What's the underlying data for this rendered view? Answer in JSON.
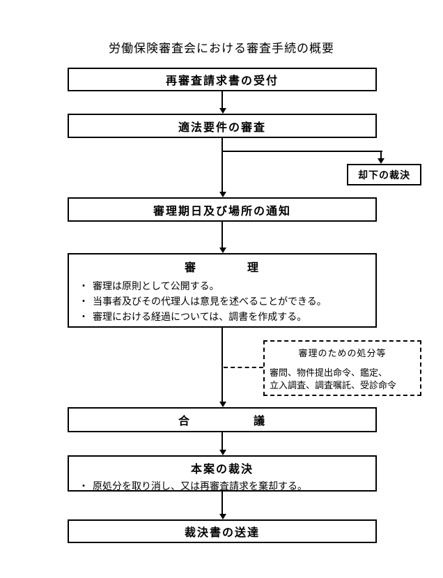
{
  "page": {
    "title": "労働保険審査会における審査手続の概要"
  },
  "chars": {
    "bullet": "・"
  },
  "colors": {
    "line": "#000000",
    "background": "#ffffff",
    "text": "#000000"
  },
  "flow": {
    "box_receipt": {
      "label": "再審査請求書の受付"
    },
    "box_legality": {
      "label": "適法要件の審査"
    },
    "box_dismissal": {
      "label": "却下の裁決"
    },
    "box_notice": {
      "label": "審理期日及び場所の通知"
    },
    "box_hearing": {
      "title": "審　　　　理",
      "bullets": [
        "審理は原則として公開する。",
        "当事者及びその代理人は意見を述べることができる。",
        "審理における経過については、調書を作成する。"
      ]
    },
    "box_dispositions": {
      "title": "審理のための処分等",
      "lines": [
        "審問、物件提出命令、鑑定、",
        "立入調査、調査嘱託、受診命令"
      ]
    },
    "box_deliberation": {
      "label": "合　　　　　議"
    },
    "box_decision": {
      "title": "本案の裁決",
      "bullets": [
        "原処分を取り消し、又は再審査請求を棄却する。"
      ]
    },
    "box_service": {
      "label": "裁決書の送達"
    }
  }
}
